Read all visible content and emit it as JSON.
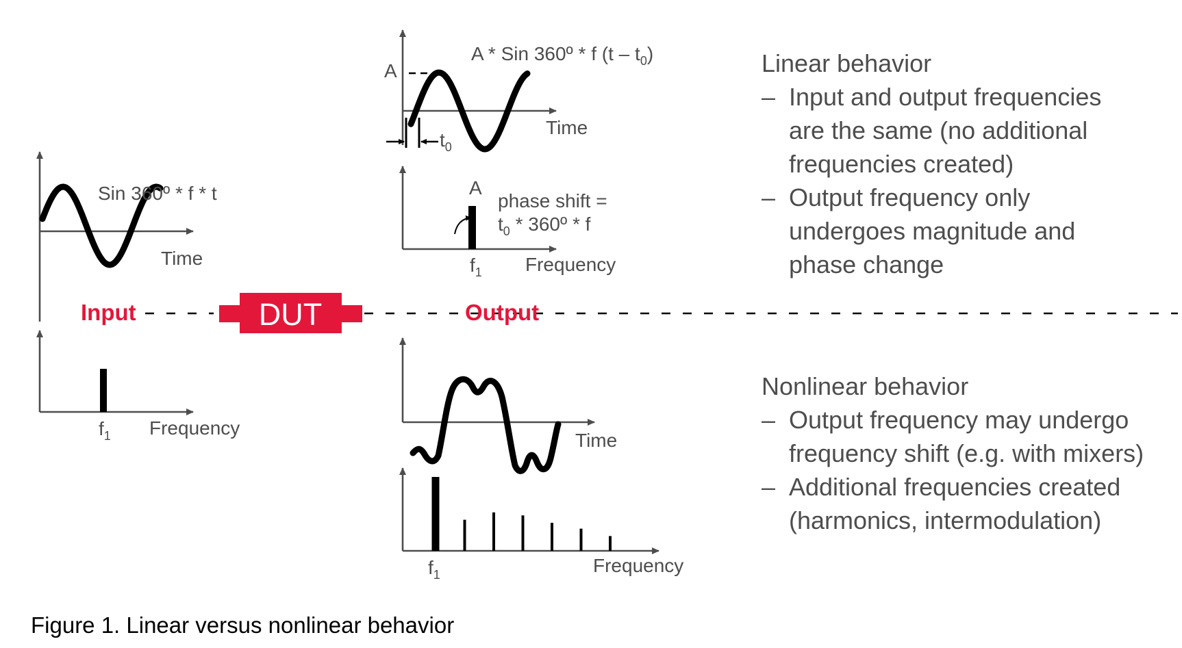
{
  "input_signal": {
    "time_formula": "Sin 360º * f * t",
    "time_axis_label": "Time",
    "freq_axis_label": "Frequency",
    "tone_label": "f",
    "tone_subscript": "1"
  },
  "dut_chain": {
    "input_label": "Input",
    "dut_label": "DUT",
    "output_label": "Output",
    "accent_color": "#e3173a"
  },
  "linear_output": {
    "time_formula_prefix": "A * Sin 360º * f (t – t",
    "time_formula_subscript": "0",
    "time_formula_suffix": ")",
    "amplitude_label": "A",
    "time_axis_label": "Time",
    "delay_label": "t",
    "delay_subscript": "0",
    "freq_amplitude_label": "A",
    "phase_line1": "phase shift =",
    "phase_line2_prefix": "t",
    "phase_line2_subscript": "0",
    "phase_line2_suffix": " * 360º * f",
    "freq_axis_label": "Frequency",
    "tone_label": "f",
    "tone_subscript": "1"
  },
  "nonlinear_output": {
    "time_axis_label": "Time",
    "freq_axis_label": "Frequency",
    "tone_label": "f",
    "tone_subscript": "1",
    "spectrum_relative_heights": [
      1.0,
      0.42,
      0.52,
      0.48,
      0.38,
      0.3,
      0.2
    ]
  },
  "linear_panel": {
    "title": "Linear behavior",
    "bullet_mark": "–",
    "bullets": [
      [
        "Input and output frequencies",
        "are the same (no additional",
        "frequencies created)"
      ],
      [
        "Output frequency only",
        "undergoes magnitude and",
        "phase change"
      ]
    ]
  },
  "nonlinear_panel": {
    "title": "Nonlinear behavior",
    "bullet_mark": "–",
    "bullets": [
      [
        "Output frequency may undergo",
        "frequency shift (e.g. with mixers)"
      ],
      [
        "Additional frequencies created",
        "(harmonics, intermodulation)"
      ]
    ]
  },
  "caption": "Figure 1. Linear versus nonlinear behavior"
}
